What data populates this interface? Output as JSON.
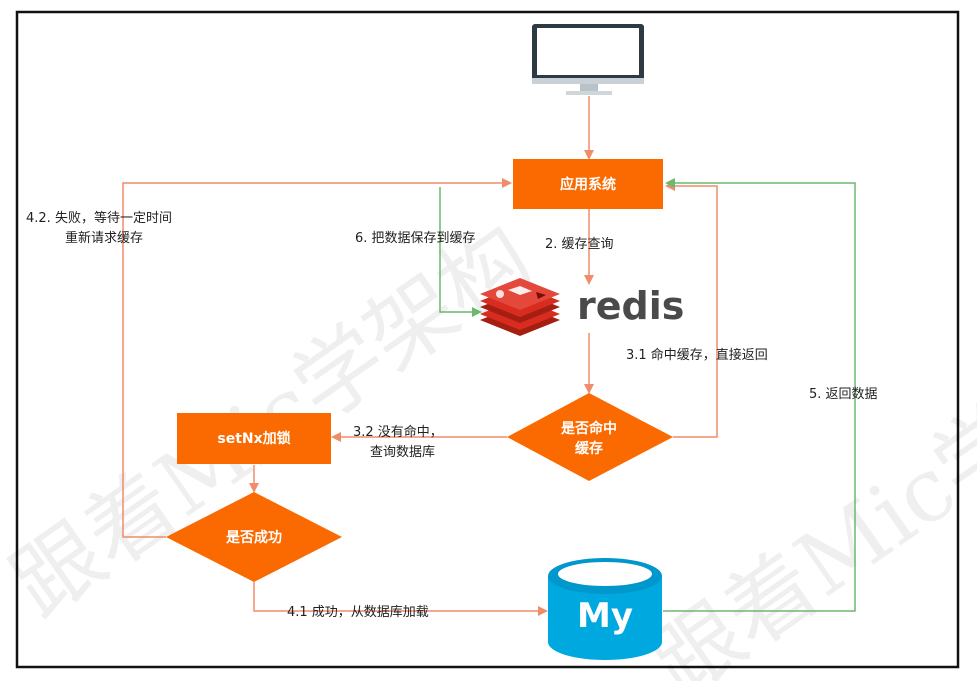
{
  "watermark": "跟着Mic学架构",
  "nodes": {
    "app": "应用系统",
    "redis_logo": "redis",
    "hit_cache_line1": "是否命中",
    "hit_cache_line2": "缓存",
    "setnx": "setNx加锁",
    "success": "是否成功",
    "mysql_logo": "My"
  },
  "edges": {
    "query_cache": "2. 缓存查询",
    "save_to_cache": "6. 把数据保存到缓存",
    "hit_return": "3.1 命中缓存，直接返回",
    "miss_line1": "3.2 没有命中，",
    "miss_line2": "查询数据库",
    "fail_line1": "4.2. 失败，等待一定时间",
    "fail_line2": "重新请求缓存",
    "return_data": "5. 返回数据",
    "success_load": "4.1 成功，从数据库加载"
  },
  "colors": {
    "orange": "#fa6a00",
    "line_orange": "#f08c6a",
    "line_green": "#8cc98c",
    "redis_red": "#c6302b",
    "mysql_blue": "#00a8e0"
  }
}
